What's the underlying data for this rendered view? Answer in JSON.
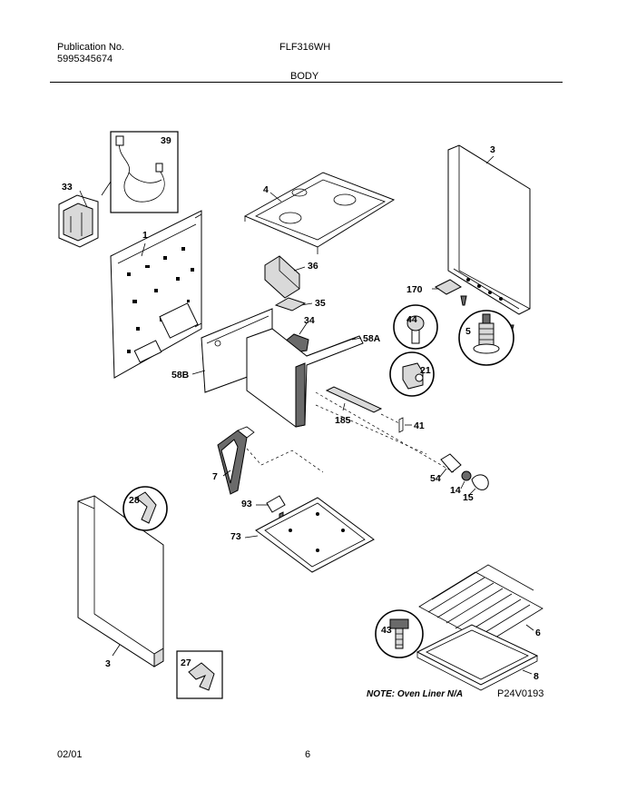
{
  "header": {
    "publication_label": "Publication No.",
    "publication_number": "5995345674",
    "model": "FLF316WH",
    "section": "BODY"
  },
  "footer": {
    "date": "02/01",
    "page": "6"
  },
  "diagram": {
    "labels": {
      "p39": "39",
      "p33": "33",
      "p1": "1",
      "p4": "4",
      "p3_top": "3",
      "p36": "36",
      "p35": "35",
      "p34": "34",
      "p58A": "58A",
      "p58B": "58B",
      "p170": "170",
      "p44": "44",
      "p5": "5",
      "p21": "21",
      "p185": "185",
      "p41": "41",
      "p7": "7",
      "p54": "54",
      "p14": "14",
      "p15": "15",
      "p28": "28",
      "p93": "93",
      "p73": "73",
      "p3_bottom": "3",
      "p27": "27",
      "p43": "43",
      "p6": "6",
      "p8": "8"
    },
    "note": "NOTE: Oven Liner N/A",
    "drawing_code": "P24V0193"
  }
}
